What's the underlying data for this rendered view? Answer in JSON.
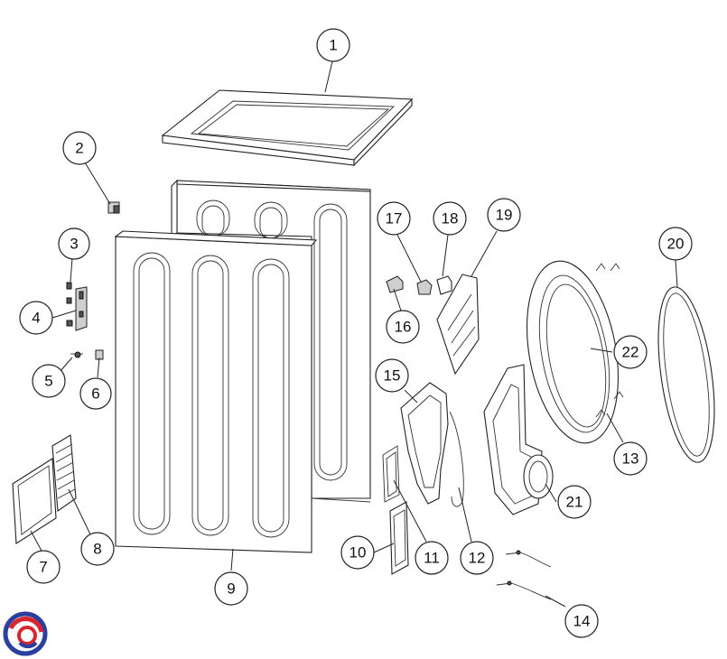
{
  "callouts": [
    {
      "id": "c1",
      "label": "1"
    },
    {
      "id": "c2",
      "label": "2"
    },
    {
      "id": "c3",
      "label": "3"
    },
    {
      "id": "c4",
      "label": "4"
    },
    {
      "id": "c5",
      "label": "5"
    },
    {
      "id": "c6",
      "label": "6"
    },
    {
      "id": "c7",
      "label": "7"
    },
    {
      "id": "c8",
      "label": "8"
    },
    {
      "id": "c9",
      "label": "9"
    },
    {
      "id": "c10",
      "label": "10"
    },
    {
      "id": "c11",
      "label": "11"
    },
    {
      "id": "c12",
      "label": "12"
    },
    {
      "id": "c13",
      "label": "13"
    },
    {
      "id": "c14",
      "label": "14"
    },
    {
      "id": "c15",
      "label": "15"
    },
    {
      "id": "c16",
      "label": "16"
    },
    {
      "id": "c17",
      "label": "17"
    },
    {
      "id": "c18",
      "label": "18"
    },
    {
      "id": "c19",
      "label": "19"
    },
    {
      "id": "c20",
      "label": "20"
    },
    {
      "id": "c21",
      "label": "21"
    },
    {
      "id": "c22",
      "label": "22"
    }
  ],
  "colors": {
    "line": "#222222",
    "logo_red": "#d8262e",
    "logo_blue": "#2a3f9e"
  },
  "logo": {
    "icon": "brand-logo-icon"
  }
}
